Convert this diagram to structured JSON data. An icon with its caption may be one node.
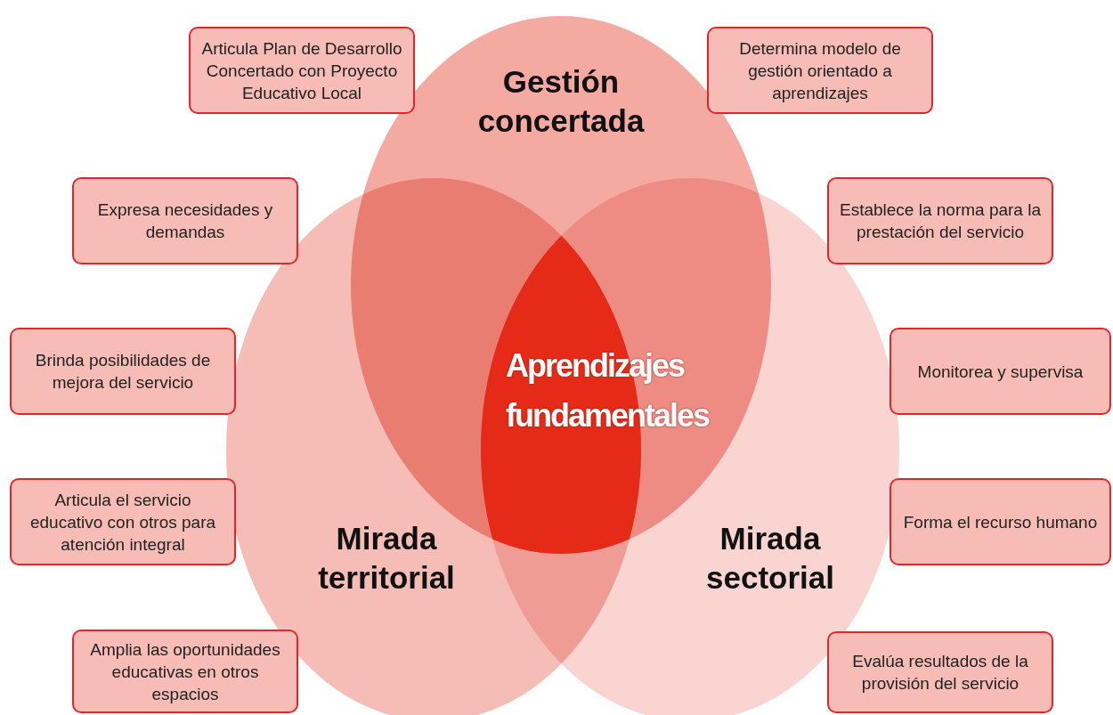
{
  "diagram": {
    "nodes": [
      {
        "text": [
          "Articula Plan de Desarrollo Concertado con Proyecto Educativo Local"
        ]
      },
      {
        "text": [
          "Gestión concertada"
        ]
      },
      {
        "text": [
          "Determina modelo de gestión orientado a aprendizajes"
        ]
      },
      {
        "text": [
          "Expresa necesidades y demandas"
        ]
      },
      {
        "text": [
          "Establece la norma para la prestación del servicio"
        ]
      },
      {
        "text": [
          "Brinda posibilidades de mejora del servicio"
        ]
      },
      {
        "text": [
          "Aprendizajes fundamentales"
        ]
      },
      {
        "text": [
          "Monitorea y supervisa"
        ]
      },
      {
        "text": [
          "Articula el servicio educativo con otros para atención integral"
        ]
      },
      {
        "text": [
          "Mirada territorial"
        ]
      },
      {
        "text": [
          "Mirada sectorial"
        ]
      },
      {
        "text": [
          "Forma el recurso humano"
        ]
      },
      {
        "text": [
          "Amplia las oportunidades educativas en otros espacios"
        ]
      },
      {
        "text": [
          "Evalúa resultados de la provisión del servicio"
        ]
      }
    ],
    "edges": []
  }
}
